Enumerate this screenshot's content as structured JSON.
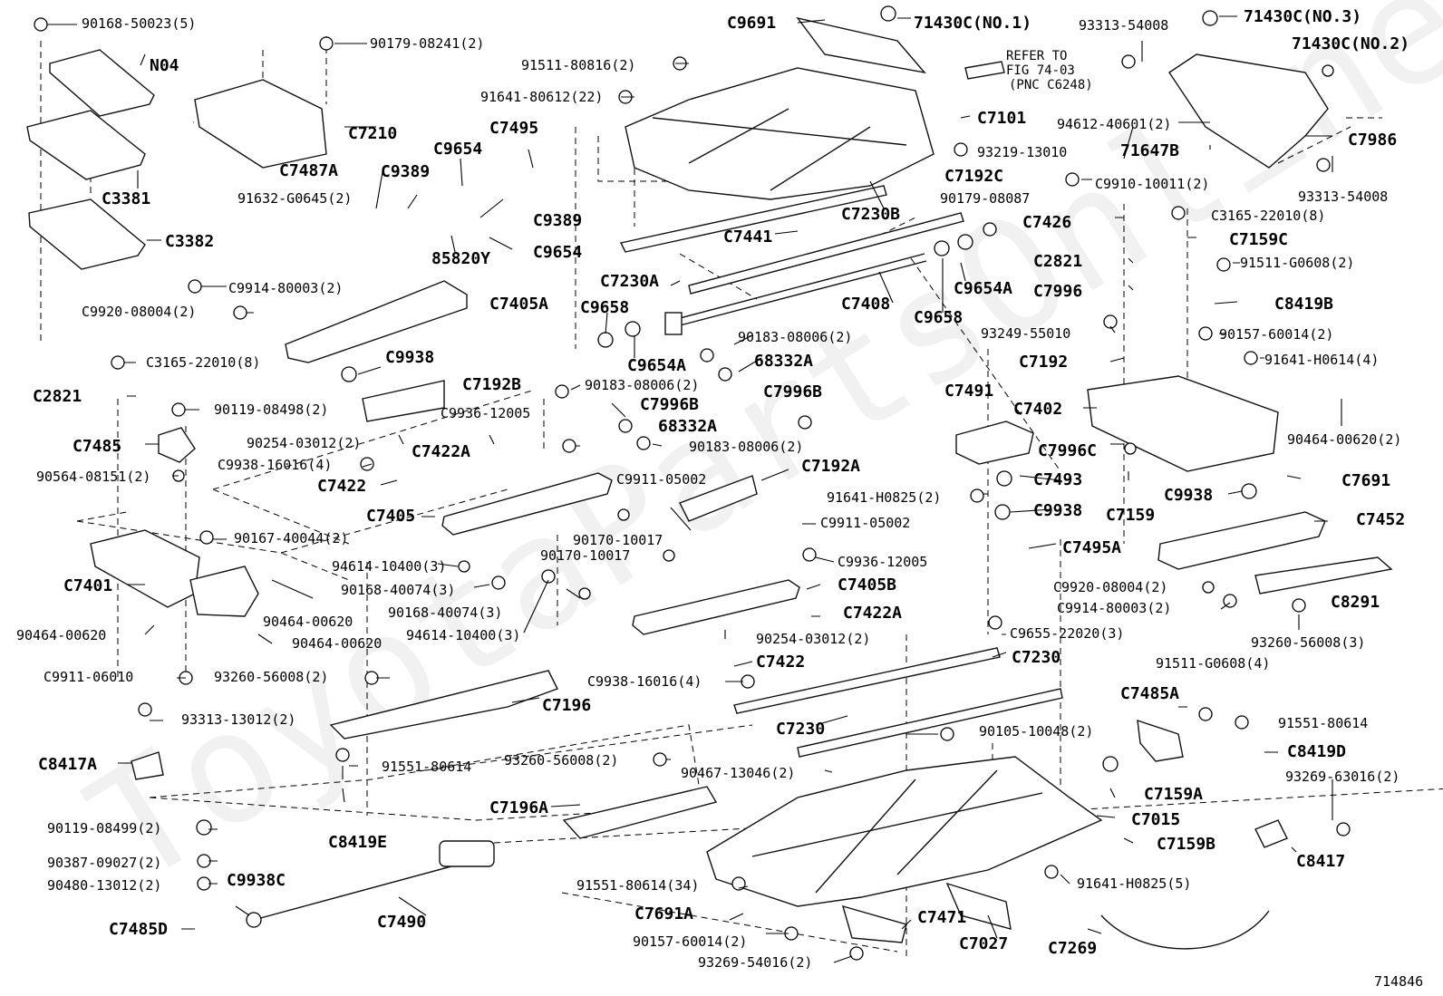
{
  "diagram": {
    "figure_number": "714846",
    "watermark": "ToyotaPartsOnline",
    "refer_note": [
      "REFER TO",
      "FIG 74-03",
      "(PNC C6248)"
    ],
    "labels": [
      {
        "id": "l001",
        "text": "90168-50023(5)",
        "kind": "pn"
      },
      {
        "id": "l002",
        "text": "N04",
        "kind": "ref"
      },
      {
        "id": "l003",
        "text": "C3381",
        "kind": "ref"
      },
      {
        "id": "l004",
        "text": "C3382",
        "kind": "ref"
      },
      {
        "id": "l005",
        "text": "90179-08241(2)",
        "kind": "pn"
      },
      {
        "id": "l006",
        "text": "C7210",
        "kind": "ref"
      },
      {
        "id": "l007",
        "text": "C7487A",
        "kind": "ref"
      },
      {
        "id": "l008",
        "text": "91632-G0645(2)",
        "kind": "pn"
      },
      {
        "id": "l009",
        "text": "C9389",
        "kind": "ref"
      },
      {
        "id": "l010",
        "text": "C9654",
        "kind": "ref"
      },
      {
        "id": "l011",
        "text": "C7495",
        "kind": "ref"
      },
      {
        "id": "l012",
        "text": "C9389",
        "kind": "ref"
      },
      {
        "id": "l013",
        "text": "C9654",
        "kind": "ref"
      },
      {
        "id": "l014",
        "text": "85820Y",
        "kind": "ref"
      },
      {
        "id": "l015",
        "text": "C9691",
        "kind": "ref"
      },
      {
        "id": "l016",
        "text": "71430C(NO.1)",
        "kind": "ref"
      },
      {
        "id": "l017",
        "text": "91511-80816(2)",
        "kind": "pn"
      },
      {
        "id": "l018",
        "text": "91641-80612(22)",
        "kind": "pn"
      },
      {
        "id": "l019",
        "text": "C7101",
        "kind": "ref"
      },
      {
        "id": "l020",
        "text": "93219-13010",
        "kind": "pn"
      },
      {
        "id": "l021",
        "text": "C7192C",
        "kind": "ref"
      },
      {
        "id": "l022",
        "text": "C7230B",
        "kind": "ref"
      },
      {
        "id": "l023",
        "text": "C7441",
        "kind": "ref"
      },
      {
        "id": "l024",
        "text": "93313-54008",
        "kind": "pn"
      },
      {
        "id": "l025",
        "text": "71430C(NO.3)",
        "kind": "ref"
      },
      {
        "id": "l026",
        "text": "71430C(NO.2)",
        "kind": "ref"
      },
      {
        "id": "l027",
        "text": "94612-40601(2)",
        "kind": "pn"
      },
      {
        "id": "l028",
        "text": "71647B",
        "kind": "ref"
      },
      {
        "id": "l029",
        "text": "C7986",
        "kind": "ref"
      },
      {
        "id": "l030",
        "text": "93313-54008",
        "kind": "pn"
      },
      {
        "id": "l031",
        "text": "C9910-10011(2)",
        "kind": "pn"
      },
      {
        "id": "l032",
        "text": "90179-08087",
        "kind": "pn"
      },
      {
        "id": "l033",
        "text": "C7426",
        "kind": "ref"
      },
      {
        "id": "l034",
        "text": "C3165-22010(8)",
        "kind": "pn"
      },
      {
        "id": "l035",
        "text": "C7159C",
        "kind": "ref"
      },
      {
        "id": "l036",
        "text": "C2821",
        "kind": "ref"
      },
      {
        "id": "l037",
        "text": "C7996",
        "kind": "ref"
      },
      {
        "id": "l038",
        "text": "C9654A",
        "kind": "ref"
      },
      {
        "id": "l039",
        "text": "91511-G0608(2)",
        "kind": "pn"
      },
      {
        "id": "l040",
        "text": "C8419B",
        "kind": "ref"
      },
      {
        "id": "l041",
        "text": "C9914-80003(2)",
        "kind": "pn"
      },
      {
        "id": "l042",
        "text": "C9920-08004(2)",
        "kind": "pn"
      },
      {
        "id": "l043",
        "text": "C7405A",
        "kind": "ref"
      },
      {
        "id": "l044",
        "text": "C9938",
        "kind": "ref"
      },
      {
        "id": "l045",
        "text": "C7230A",
        "kind": "ref"
      },
      {
        "id": "l046",
        "text": "C7408",
        "kind": "ref"
      },
      {
        "id": "l047",
        "text": "C9658",
        "kind": "ref"
      },
      {
        "id": "l048",
        "text": "C9654A",
        "kind": "ref"
      },
      {
        "id": "l049",
        "text": "C9658",
        "kind": "ref"
      },
      {
        "id": "l050",
        "text": "90183-08006(2)",
        "kind": "pn"
      },
      {
        "id": "l051",
        "text": "68332A",
        "kind": "ref"
      },
      {
        "id": "l052",
        "text": "C7996B",
        "kind": "ref"
      },
      {
        "id": "l053",
        "text": "93249-55010",
        "kind": "pn"
      },
      {
        "id": "l054",
        "text": "C7192",
        "kind": "ref"
      },
      {
        "id": "l055",
        "text": "90157-60014(2)",
        "kind": "pn"
      },
      {
        "id": "l056",
        "text": "91641-H0614(4)",
        "kind": "pn"
      },
      {
        "id": "l057",
        "text": "C3165-22010(8)",
        "kind": "pn"
      },
      {
        "id": "l058",
        "text": "C2821",
        "kind": "ref"
      },
      {
        "id": "l059",
        "text": "C7192B",
        "kind": "ref"
      },
      {
        "id": "l060",
        "text": "90183-08006(2)",
        "kind": "pn"
      },
      {
        "id": "l061",
        "text": "C7996B",
        "kind": "ref"
      },
      {
        "id": "l062",
        "text": "90119-08498(2)",
        "kind": "pn"
      },
      {
        "id": "l063",
        "text": "C9936-12005",
        "kind": "pn"
      },
      {
        "id": "l064",
        "text": "68332A",
        "kind": "ref"
      },
      {
        "id": "l065",
        "text": "90183-08006(2)",
        "kind": "pn"
      },
      {
        "id": "l066",
        "text": "C7485",
        "kind": "ref"
      },
      {
        "id": "l067",
        "text": "90254-03012(2)",
        "kind": "pn"
      },
      {
        "id": "l068",
        "text": "C7422A",
        "kind": "ref"
      },
      {
        "id": "l069",
        "text": "C9938-16016(4)",
        "kind": "pn"
      },
      {
        "id": "l070",
        "text": "90564-08151(2)",
        "kind": "pn"
      },
      {
        "id": "l071",
        "text": "C7422",
        "kind": "ref"
      },
      {
        "id": "l072",
        "text": "C7491",
        "kind": "ref"
      },
      {
        "id": "l073",
        "text": "C7402",
        "kind": "ref"
      },
      {
        "id": "l074",
        "text": "90464-00620(2)",
        "kind": "pn"
      },
      {
        "id": "l075",
        "text": "C7996C",
        "kind": "ref"
      },
      {
        "id": "l076",
        "text": "C7493",
        "kind": "ref"
      },
      {
        "id": "l077",
        "text": "C7691",
        "kind": "ref"
      },
      {
        "id": "l078",
        "text": "C7159",
        "kind": "ref"
      },
      {
        "id": "l079",
        "text": "C9938",
        "kind": "ref"
      },
      {
        "id": "l080",
        "text": "C7192A",
        "kind": "ref"
      },
      {
        "id": "l081",
        "text": "C9911-05002",
        "kind": "pn"
      },
      {
        "id": "l082",
        "text": "C7405",
        "kind": "ref"
      },
      {
        "id": "l083",
        "text": "90170-10017",
        "kind": "pn"
      },
      {
        "id": "l084",
        "text": "C9911-05002",
        "kind": "pn"
      },
      {
        "id": "l085",
        "text": "91641-H0825(2)",
        "kind": "pn"
      },
      {
        "id": "l086",
        "text": "C9938",
        "kind": "ref"
      },
      {
        "id": "l087",
        "text": "C7452",
        "kind": "ref"
      },
      {
        "id": "l088",
        "text": "90167-40044(2)",
        "kind": "pn"
      },
      {
        "id": "l089",
        "text": "90170-10017",
        "kind": "pn"
      },
      {
        "id": "l090",
        "text": "C9936-12005",
        "kind": "pn"
      },
      {
        "id": "l091",
        "text": "C7495A",
        "kind": "ref"
      },
      {
        "id": "l092",
        "text": "C7401",
        "kind": "ref"
      },
      {
        "id": "l093",
        "text": "94614-10400(3)",
        "kind": "pn"
      },
      {
        "id": "l094",
        "text": "C7405B",
        "kind": "ref"
      },
      {
        "id": "l095",
        "text": "90168-40074(3)",
        "kind": "pn"
      },
      {
        "id": "l096",
        "text": "C9920-08004(2)",
        "kind": "pn"
      },
      {
        "id": "l097",
        "text": "C8291",
        "kind": "ref"
      },
      {
        "id": "l098",
        "text": "90464-00620",
        "kind": "pn"
      },
      {
        "id": "l099",
        "text": "90168-40074(3)",
        "kind": "pn"
      },
      {
        "id": "l100",
        "text": "C7422A",
        "kind": "ref"
      },
      {
        "id": "l101",
        "text": "C9914-80003(2)",
        "kind": "pn"
      },
      {
        "id": "l102",
        "text": "90464-00620",
        "kind": "pn"
      },
      {
        "id": "l103",
        "text": "90464-00620",
        "kind": "pn"
      },
      {
        "id": "l104",
        "text": "94614-10400(3)",
        "kind": "pn"
      },
      {
        "id": "l105",
        "text": "C9655-22020(3)",
        "kind": "pn"
      },
      {
        "id": "l106",
        "text": "93260-56008(3)",
        "kind": "pn"
      },
      {
        "id": "l107",
        "text": "90254-03012(2)",
        "kind": "pn"
      },
      {
        "id": "l108",
        "text": "C7422",
        "kind": "ref"
      },
      {
        "id": "l109",
        "text": "C7230",
        "kind": "ref"
      },
      {
        "id": "l110",
        "text": "C9911-06010",
        "kind": "pn"
      },
      {
        "id": "l111",
        "text": "93260-56008(2)",
        "kind": "pn"
      },
      {
        "id": "l112",
        "text": "C9938-16016(4)",
        "kind": "pn"
      },
      {
        "id": "l113",
        "text": "91511-G0608(4)",
        "kind": "pn"
      },
      {
        "id": "l114",
        "text": "C7196",
        "kind": "ref"
      },
      {
        "id": "l115",
        "text": "C7485A",
        "kind": "ref"
      },
      {
        "id": "l116",
        "text": "93313-13012(2)",
        "kind": "pn"
      },
      {
        "id": "l117",
        "text": "C7230",
        "kind": "ref"
      },
      {
        "id": "l118",
        "text": "90105-10048(2)",
        "kind": "pn"
      },
      {
        "id": "l119",
        "text": "91551-80614",
        "kind": "pn"
      },
      {
        "id": "l120",
        "text": "C8417A",
        "kind": "ref"
      },
      {
        "id": "l121",
        "text": "91551-80614",
        "kind": "pn"
      },
      {
        "id": "l122",
        "text": "93260-56008(2)",
        "kind": "pn"
      },
      {
        "id": "l123",
        "text": "C8419D",
        "kind": "ref"
      },
      {
        "id": "l124",
        "text": "90467-13046(2)",
        "kind": "pn"
      },
      {
        "id": "l125",
        "text": "C7159A",
        "kind": "ref"
      },
      {
        "id": "l126",
        "text": "93269-63016(2)",
        "kind": "pn"
      },
      {
        "id": "l127",
        "text": "C8419E",
        "kind": "ref"
      },
      {
        "id": "l128",
        "text": "C7196A",
        "kind": "ref"
      },
      {
        "id": "l129",
        "text": "C7015",
        "kind": "ref"
      },
      {
        "id": "l130",
        "text": "90119-08499(2)",
        "kind": "pn"
      },
      {
        "id": "l131",
        "text": "C7159B",
        "kind": "ref"
      },
      {
        "id": "l132",
        "text": "90387-09027(2)",
        "kind": "pn"
      },
      {
        "id": "l133",
        "text": "C8417",
        "kind": "ref"
      },
      {
        "id": "l134",
        "text": "90480-13012(2)",
        "kind": "pn"
      },
      {
        "id": "l135",
        "text": "C9938C",
        "kind": "ref"
      },
      {
        "id": "l136",
        "text": "91551-80614(34)",
        "kind": "pn"
      },
      {
        "id": "l137",
        "text": "91641-H0825(5)",
        "kind": "pn"
      },
      {
        "id": "l138",
        "text": "C7691A",
        "kind": "ref"
      },
      {
        "id": "l139",
        "text": "C7471",
        "kind": "ref"
      },
      {
        "id": "l140",
        "text": "C7485D",
        "kind": "ref"
      },
      {
        "id": "l141",
        "text": "C7490",
        "kind": "ref"
      },
      {
        "id": "l142",
        "text": "C7027",
        "kind": "ref"
      },
      {
        "id": "l143",
        "text": "C7269",
        "kind": "ref"
      },
      {
        "id": "l144",
        "text": "90157-60014(2)",
        "kind": "pn"
      },
      {
        "id": "l145",
        "text": "93269-54016(2)",
        "kind": "pn"
      }
    ]
  }
}
